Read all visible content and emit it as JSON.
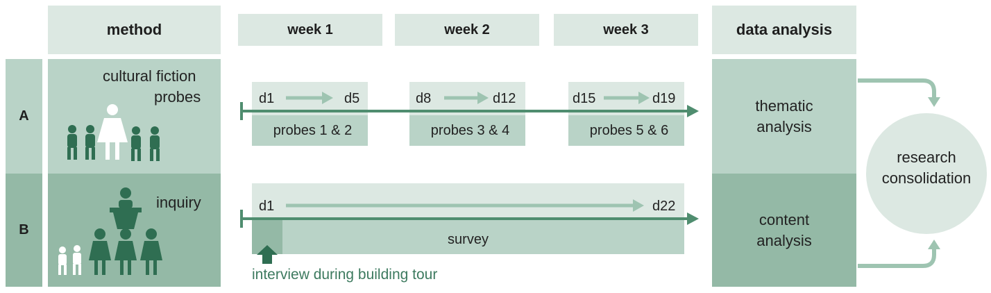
{
  "headers": {
    "method": "method",
    "week1": "week 1",
    "week2": "week 2",
    "week3": "week 3",
    "analysis": "data analysis"
  },
  "rows": {
    "a_label": "A",
    "b_label": "B",
    "a_method_line1": "cultural fiction",
    "a_method_line2": "probes",
    "b_method": "inquiry"
  },
  "probes": [
    {
      "start": "d1",
      "end": "d5",
      "label": "probes 1 & 2"
    },
    {
      "start": "d8",
      "end": "d12",
      "label": "probes 3 & 4"
    },
    {
      "start": "d15",
      "end": "d19",
      "label": "probes 5 & 6"
    }
  ],
  "survey": {
    "start": "d1",
    "end": "d22",
    "label": "survey"
  },
  "interview_note": "interview during building tour",
  "analysis": {
    "a_line1": "thematic",
    "a_line2": "analysis",
    "b_line1": "content",
    "b_line2": "analysis"
  },
  "consolidation": {
    "line1": "research",
    "line2": "consolidation"
  },
  "colors": {
    "light": "#dce8e2",
    "mid": "#b9d3c7",
    "dark": "#94b9a6",
    "arrow": "#4f8d6f",
    "arrow_light": "#9ec4b1",
    "icon": "#2f6e52"
  }
}
